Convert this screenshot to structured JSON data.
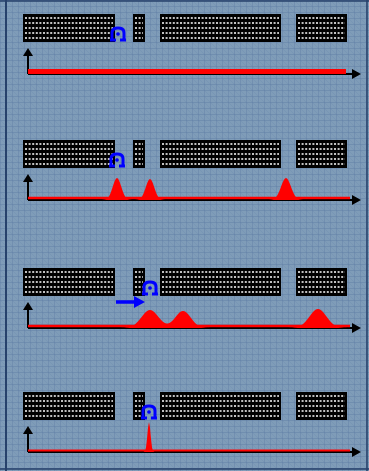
{
  "colors": {
    "background": "#7f9cb8",
    "grid": "#4c6e95",
    "frame": "#26416b",
    "ruler": "#000000",
    "ruler_fill": "#ffffff",
    "signal": "#ff0000",
    "marker": "#0000ff",
    "axis": "#000000"
  },
  "icons": {
    "marker": "atom-glyph-icon",
    "shift": "right-arrow-icon"
  },
  "panels": [
    {
      "name": "panel-flat",
      "signal": "flat",
      "has_shift_arrow": false
    },
    {
      "name": "panel-three-peaks",
      "signal": "peaks",
      "has_shift_arrow": false
    },
    {
      "name": "panel-shifted-peaks",
      "signal": "shifted-peaks",
      "has_shift_arrow": true
    },
    {
      "name": "panel-single-spike",
      "signal": "spike",
      "has_shift_arrow": false
    }
  ]
}
